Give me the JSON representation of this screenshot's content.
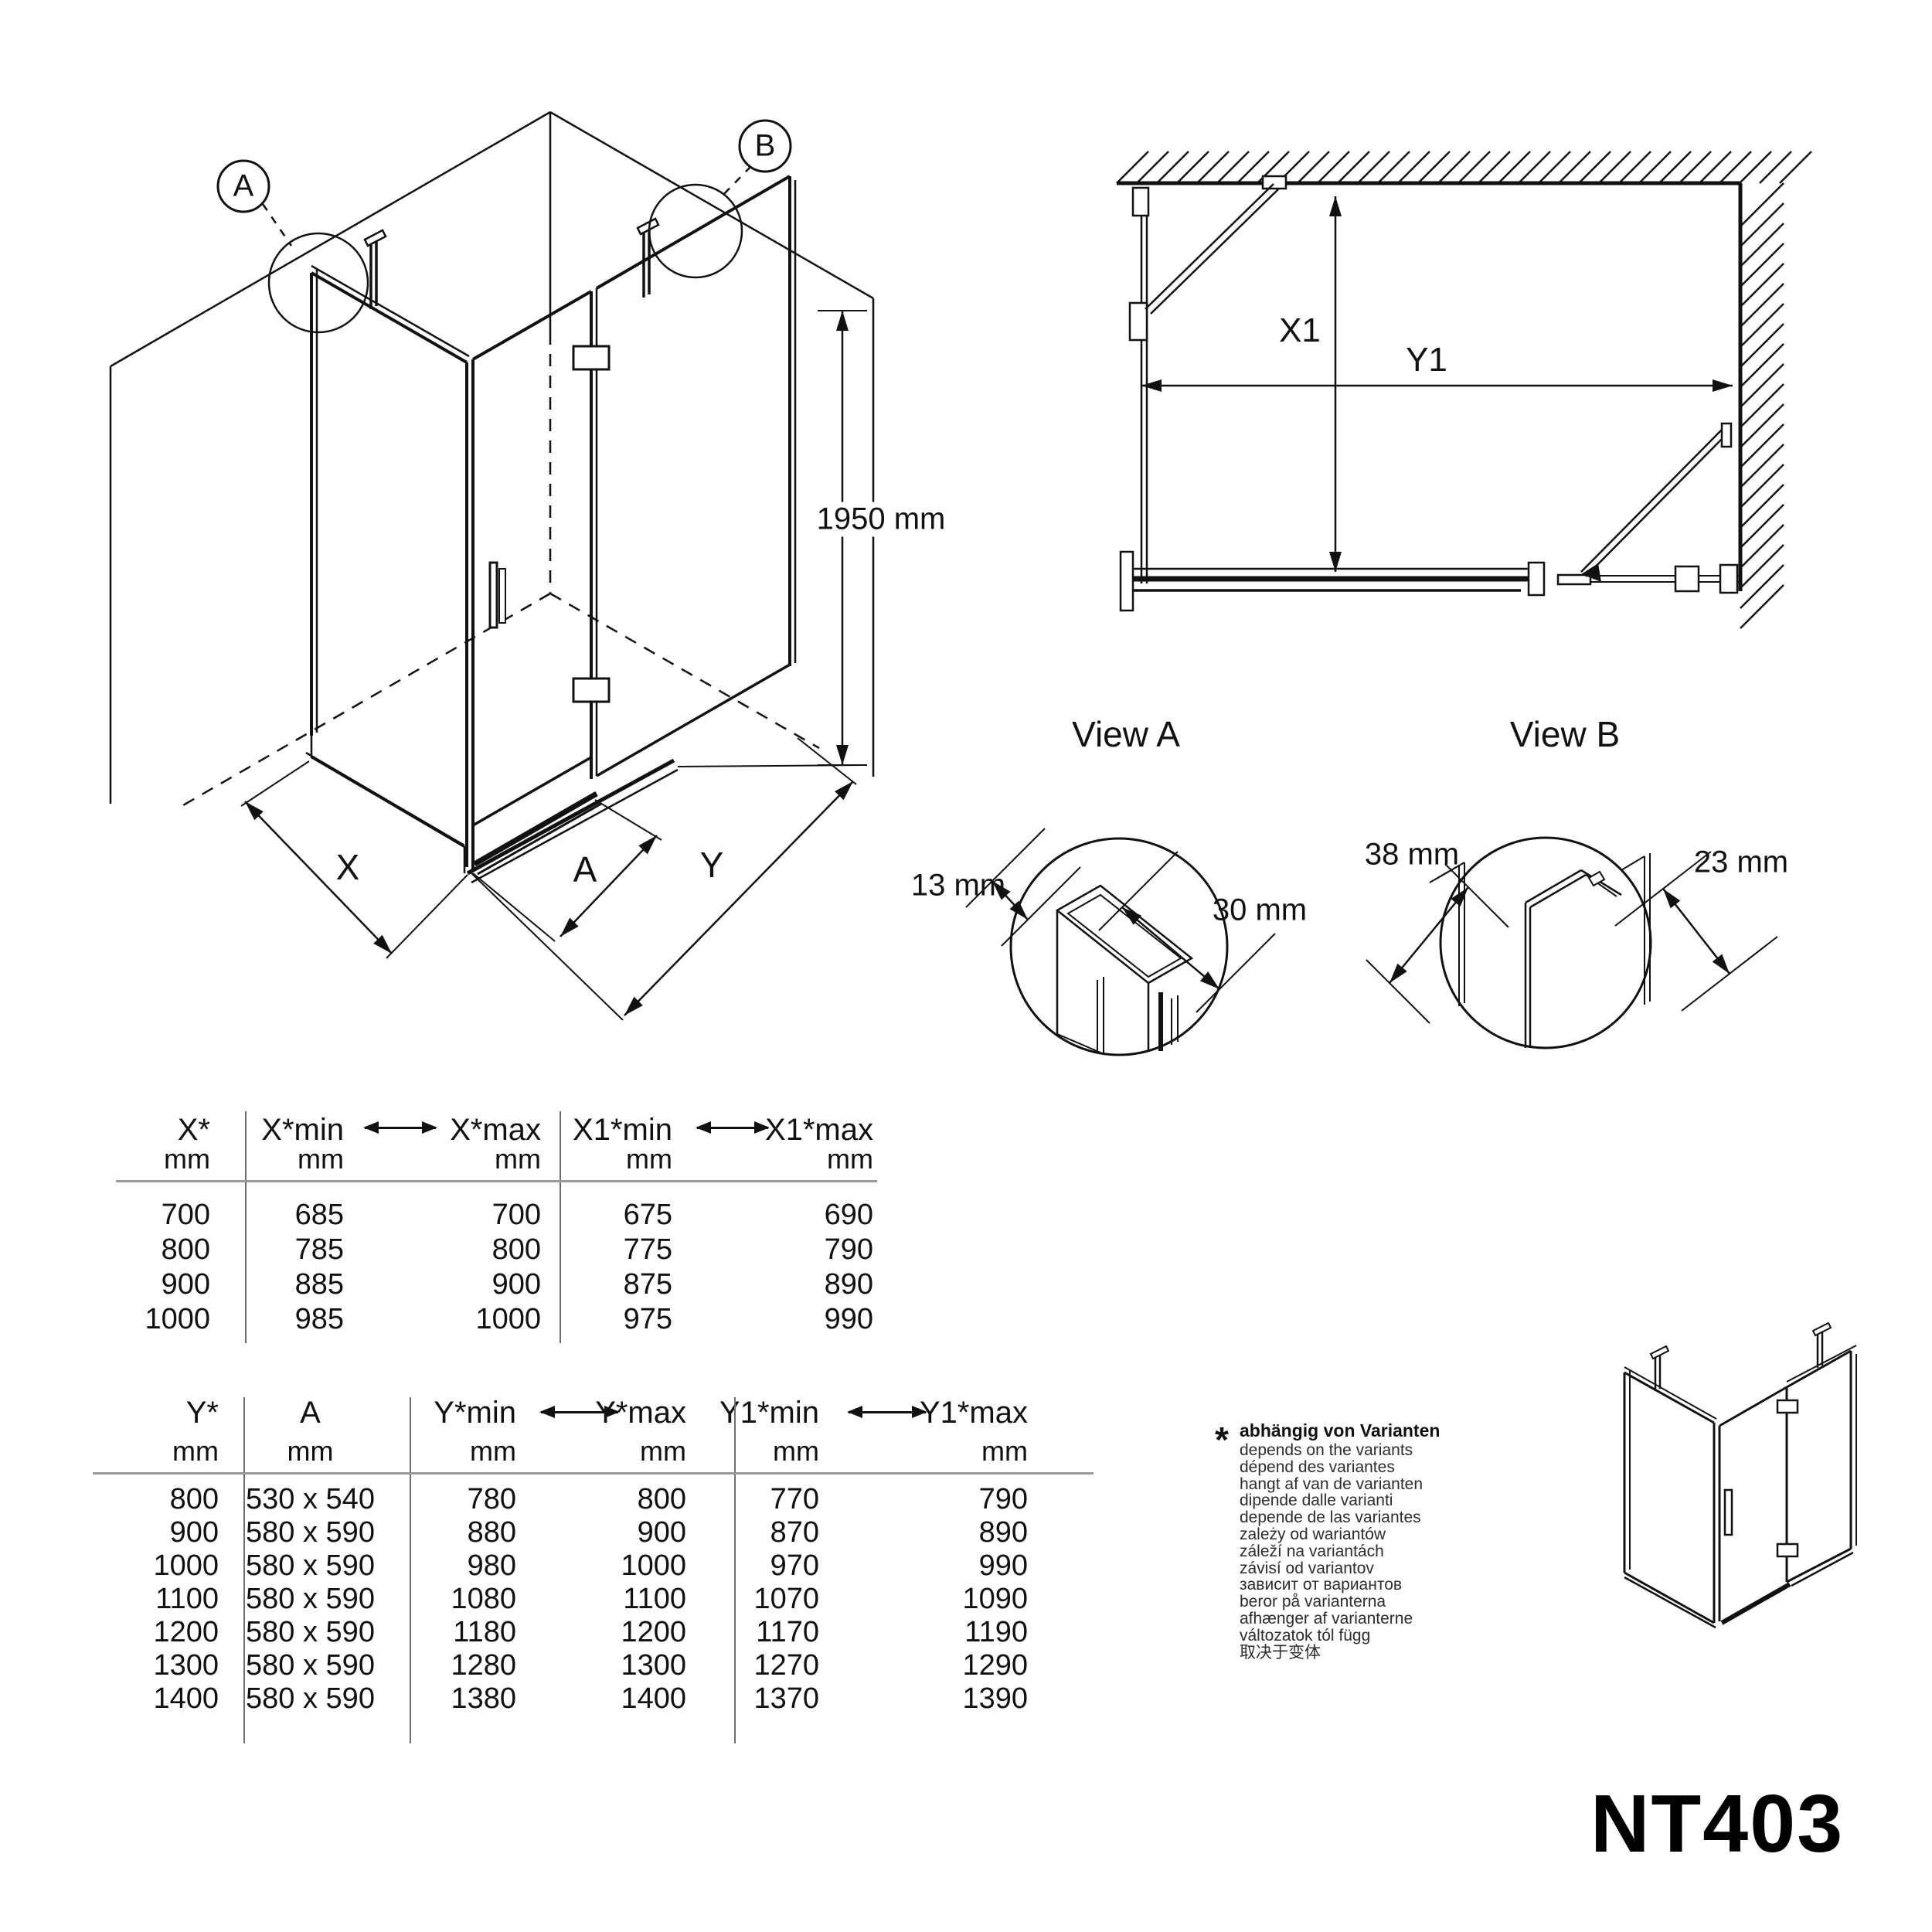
{
  "drawing": {
    "model": "NT403",
    "iso": {
      "callout_a": "A",
      "callout_b": "B",
      "height": "1950 mm",
      "dim_side": "X",
      "dim_door": "A",
      "dim_front": "Y"
    },
    "plan": {
      "dim_depth": "X1",
      "dim_width": "Y1"
    },
    "view_a": {
      "title": "View A",
      "dim_gap": "13 mm",
      "dim_profile": "30 mm"
    },
    "view_b": {
      "title": "View B",
      "dim_profile": "38 mm",
      "dim_overlap": "23 mm"
    }
  },
  "tables": {
    "x_table": {
      "unit": "mm",
      "columns": [
        "X*",
        "X*min",
        "X*max",
        "X1*min",
        "X1*max"
      ],
      "rows": [
        [
          "700",
          "685",
          "700",
          "675",
          "690"
        ],
        [
          "800",
          "785",
          "800",
          "775",
          "790"
        ],
        [
          "900",
          "885",
          "900",
          "875",
          "890"
        ],
        [
          "1000",
          "985",
          "1000",
          "975",
          "990"
        ]
      ]
    },
    "y_table": {
      "unit": "mm",
      "columns": [
        "Y*",
        "A",
        "Y*min",
        "Y*max",
        "Y1*min",
        "Y1*max"
      ],
      "rows": [
        [
          "800",
          "530 x 540",
          "780",
          "800",
          "770",
          "790"
        ],
        [
          "900",
          "580 x 590",
          "880",
          "900",
          "870",
          "890"
        ],
        [
          "1000",
          "580 x 590",
          "980",
          "1000",
          "970",
          "990"
        ],
        [
          "1100",
          "580 x 590",
          "1080",
          "1100",
          "1070",
          "1090"
        ],
        [
          "1200",
          "580 x 590",
          "1180",
          "1200",
          "1170",
          "1190"
        ],
        [
          "1300",
          "580 x 590",
          "1280",
          "1300",
          "1270",
          "1290"
        ],
        [
          "1400",
          "580 x 590",
          "1380",
          "1400",
          "1370",
          "1390"
        ]
      ]
    }
  },
  "footnote": {
    "marker": "*",
    "title": "abhängig von Varianten",
    "translations": [
      "depends on the variants",
      "dépend des variantes",
      "hangt af van de varianten",
      "dipende dalle varianti",
      "depende de las variantes",
      "zależy od wariantów",
      "záleží na variantách",
      "závisí od variantov",
      "зависит от вариантов",
      "beror på varianterna",
      "afhænger af varianterne",
      "változatok tól függ",
      "取决于变体"
    ]
  },
  "colors": {
    "ink": "#111111",
    "rule": "#97999b"
  }
}
